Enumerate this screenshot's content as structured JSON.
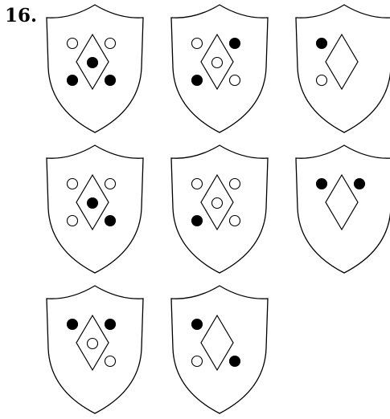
{
  "question": {
    "number": "16."
  },
  "style": {
    "stroke_color": "#000000",
    "fill_color": "#ffffff"
  },
  "shields": [
    {
      "row": 1,
      "col": 1,
      "circles": [
        {
          "pos": "top-left",
          "filled": false
        },
        {
          "pos": "top-right",
          "filled": false
        },
        {
          "pos": "center",
          "filled": true
        },
        {
          "pos": "bottom-left",
          "filled": true
        },
        {
          "pos": "bottom-right",
          "filled": true
        }
      ]
    },
    {
      "row": 1,
      "col": 2,
      "circles": [
        {
          "pos": "top-left",
          "filled": false
        },
        {
          "pos": "top-right",
          "filled": true
        },
        {
          "pos": "center",
          "filled": false
        },
        {
          "pos": "bottom-left",
          "filled": true
        },
        {
          "pos": "bottom-right",
          "filled": false
        }
      ]
    },
    {
      "row": 1,
      "col": 3,
      "circles": [
        {
          "pos": "top-left",
          "filled": true
        },
        {
          "pos": "bottom-left",
          "filled": false
        }
      ]
    },
    {
      "row": 2,
      "col": 1,
      "circles": [
        {
          "pos": "top-left",
          "filled": false
        },
        {
          "pos": "top-right",
          "filled": false
        },
        {
          "pos": "center",
          "filled": true
        },
        {
          "pos": "bottom-left",
          "filled": false
        },
        {
          "pos": "bottom-right",
          "filled": true
        }
      ]
    },
    {
      "row": 2,
      "col": 2,
      "circles": [
        {
          "pos": "top-left",
          "filled": false
        },
        {
          "pos": "top-right",
          "filled": false
        },
        {
          "pos": "center",
          "filled": false
        },
        {
          "pos": "bottom-left",
          "filled": true
        },
        {
          "pos": "bottom-right",
          "filled": false
        }
      ]
    },
    {
      "row": 2,
      "col": 3,
      "circles": [
        {
          "pos": "top-left",
          "filled": true
        },
        {
          "pos": "top-right",
          "filled": true
        }
      ]
    },
    {
      "row": 3,
      "col": 1,
      "circles": [
        {
          "pos": "top-left",
          "filled": true
        },
        {
          "pos": "top-right",
          "filled": true
        },
        {
          "pos": "center",
          "filled": false
        },
        {
          "pos": "bottom-right",
          "filled": false
        }
      ]
    },
    {
      "row": 3,
      "col": 2,
      "circles": [
        {
          "pos": "top-left",
          "filled": true
        },
        {
          "pos": "bottom-left",
          "filled": false
        },
        {
          "pos": "bottom-right",
          "filled": true
        }
      ]
    }
  ]
}
